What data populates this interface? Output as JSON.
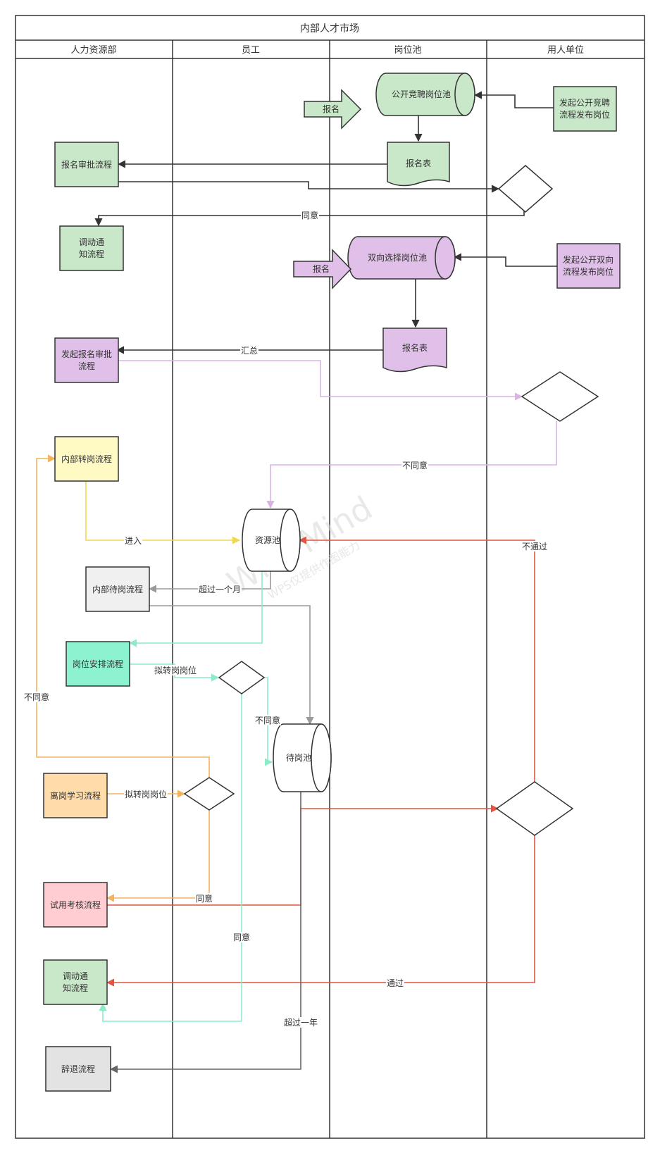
{
  "title": "内部人才市场",
  "lanes": [
    "人力资源部",
    "员工",
    "岗位池",
    "用人单位"
  ],
  "nodes": {
    "pool_open": "公开竞聘岗位池",
    "start_open": "发起公开竞聘流程发布岗位",
    "signup_arrow_1": "报名",
    "form_1": "报名表",
    "approve_1": "报名审批流程",
    "notify_1": "调动通知流程",
    "pool_two_way": "双向选择岗位池",
    "start_two_way": "发起公开双向流程发布岗位",
    "signup_arrow_2": "报名",
    "form_2": "报名表",
    "approve_2": "发起报名审批流程",
    "transfer": "内部转岗流程",
    "resource_pool": "资源池",
    "wait_transfer": "内部待岗流程",
    "arrange": "岗位安排流程",
    "wait_pool": "待岗池",
    "study": "离岗学习流程",
    "trial": "试用考核流程",
    "notify_2": "调动通知流程",
    "resign": "辞退流程"
  },
  "edge_labels": {
    "agree_1": "同意",
    "summary": "汇总",
    "disagree_1": "不同意",
    "enter": "进入",
    "fail": "不通过",
    "over_month": "超过一个月",
    "plan_transfer_1": "拟转岗岗位",
    "disagree_2": "不同意",
    "plan_transfer_2": "拟转岗岗位",
    "disagree_3": "不同意",
    "agree_2": "同意",
    "agree_3": "同意",
    "pass": "通过",
    "over_year": "超过一年"
  },
  "watermark": {
    "main": "WPS Mind",
    "sub": "WPS仅提供作图能力"
  },
  "colors": {
    "green_fill": "#c9e7c9",
    "purple_fill": "#e0bfe8",
    "yellow_fill": "#fff9c4",
    "teal_fill": "#8cf2d0",
    "orange_fill": "#ffdcaa",
    "pink_fill": "#ffcdd2",
    "gray_fill": "#f0f0f0",
    "dark_gray_fill": "#e3e3e3",
    "edge_dark": "#333333",
    "edge_purple": "#d9b3e6",
    "edge_yellow": "#f0d84e",
    "edge_red": "#e25441",
    "edge_gray": "#9a9a9a",
    "edge_teal": "#8cecc8",
    "edge_orange": "#f4b35e",
    "edge_black_gray": "#666666"
  }
}
